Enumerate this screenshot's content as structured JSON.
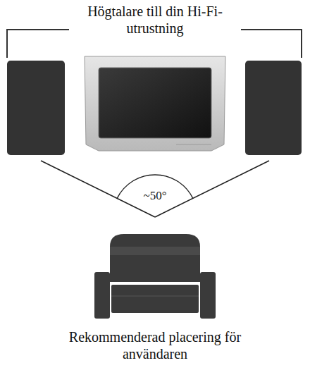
{
  "diagram": {
    "labels": [
      "Högtalare till din Hi-Fi-utrustning",
      "~50°",
      "Rekommenderad placering för användaren"
    ]
  }
}
